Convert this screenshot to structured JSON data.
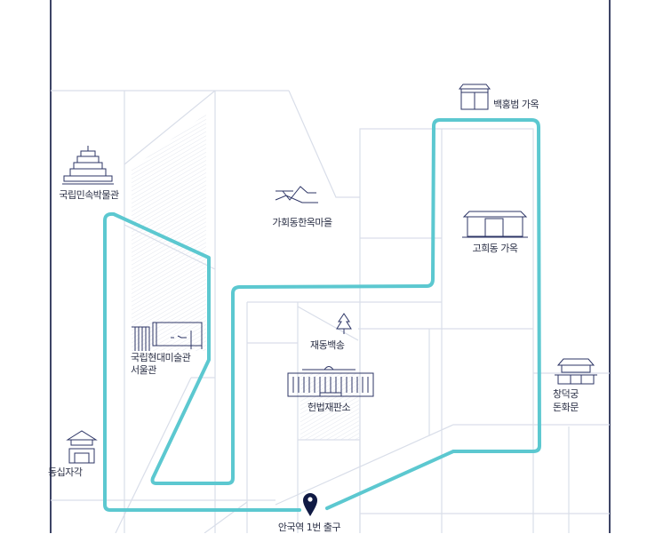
{
  "colors": {
    "route": "#5cc8d0",
    "frame": "#3d4466",
    "street": "#d9dee9",
    "pin": "#101a44"
  },
  "landmarks": {
    "folk_museum": "국립민속박물관",
    "gahoe_village": "가회동한옥마을",
    "baek_house": "백홍범 가옥",
    "gohuidong_house": "고희동 가옥",
    "jaedong_pine": "재동백송",
    "mmca_line1": "국립현대미술관",
    "mmca_line2": "서울관",
    "constitutional_court": "헌법재판소",
    "changdeokgung_line1": "창덕궁",
    "changdeokgung_line2": "돈화문",
    "dongsipjagak": "동십자각",
    "anguk_exit": "안국역 1번 출구"
  }
}
